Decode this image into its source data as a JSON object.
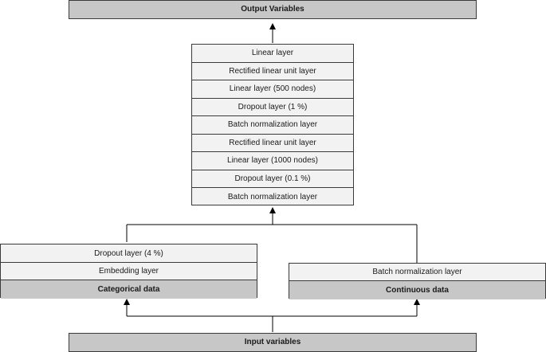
{
  "output": {
    "label": "Output Variables"
  },
  "main_stack": {
    "layers": [
      "Linear layer",
      "Rectified linear unit  layer",
      "Linear layer (500 nodes)",
      "Dropout layer (1 %)",
      "Batch normalization layer",
      "Rectified linear unit  layer",
      "Linear layer (1000 nodes)",
      "Dropout layer (0.1 %)",
      "Batch normalization layer"
    ]
  },
  "categorical": {
    "layers": [
      "Dropout layer (4 %)",
      "Embedding layer"
    ],
    "title": "Categorical data"
  },
  "continuous": {
    "layers": [
      "Batch normalization layer"
    ],
    "title": "Continuous data"
  },
  "input": {
    "label": "Input variables"
  }
}
